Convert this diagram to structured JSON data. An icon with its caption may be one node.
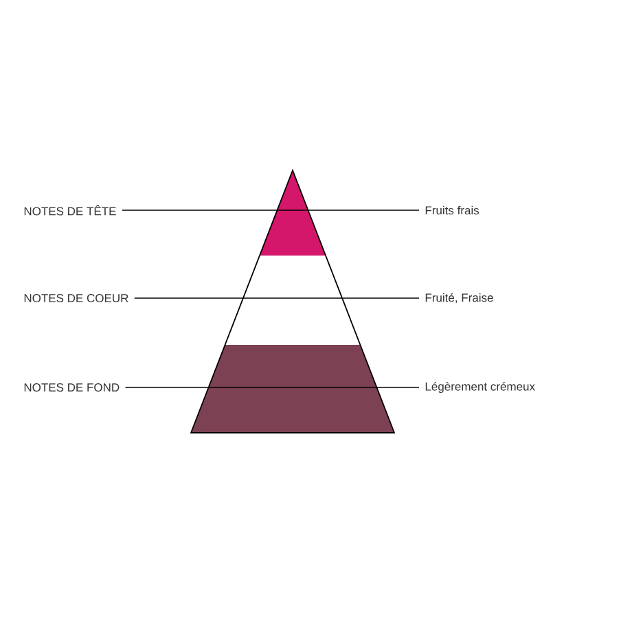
{
  "diagram": {
    "nodes": [
      {
        "text": [
          "NOTES DE TÊTE"
        ]
      },
      {
        "text": [
          "NOTES DE COEUR"
        ]
      },
      {
        "text": [
          "NOTES DE FOND"
        ]
      },
      {
        "text": [
          "Fruits frais"
        ]
      },
      {
        "text": [
          "Fruité, Fraise"
        ]
      },
      {
        "text": [
          "Légèrement crémeux"
        ]
      }
    ],
    "edges": [
      {
        "from": 0,
        "to": 3,
        "arrow": "none"
      },
      {
        "from": 1,
        "to": 4,
        "arrow": "none"
      },
      {
        "from": 2,
        "to": 5,
        "arrow": "none"
      }
    ]
  }
}
